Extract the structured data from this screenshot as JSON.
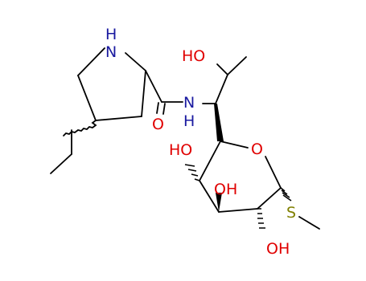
{
  "atoms": {
    "ring_nh": "N",
    "ring_nh_h": "H",
    "amide_o": "O",
    "amide_nh": "N",
    "amide_nh_h": "H",
    "side_oh": "HO",
    "ring_o": "O",
    "oh_c3": "HO",
    "oh_c4": "OH",
    "oh_c2": "OH",
    "thio_s": "S"
  },
  "colors": {
    "nitrogen": "#1a1aa0",
    "oxygen": "#e00000",
    "sulfur": "#808000",
    "bond": "#000000"
  }
}
